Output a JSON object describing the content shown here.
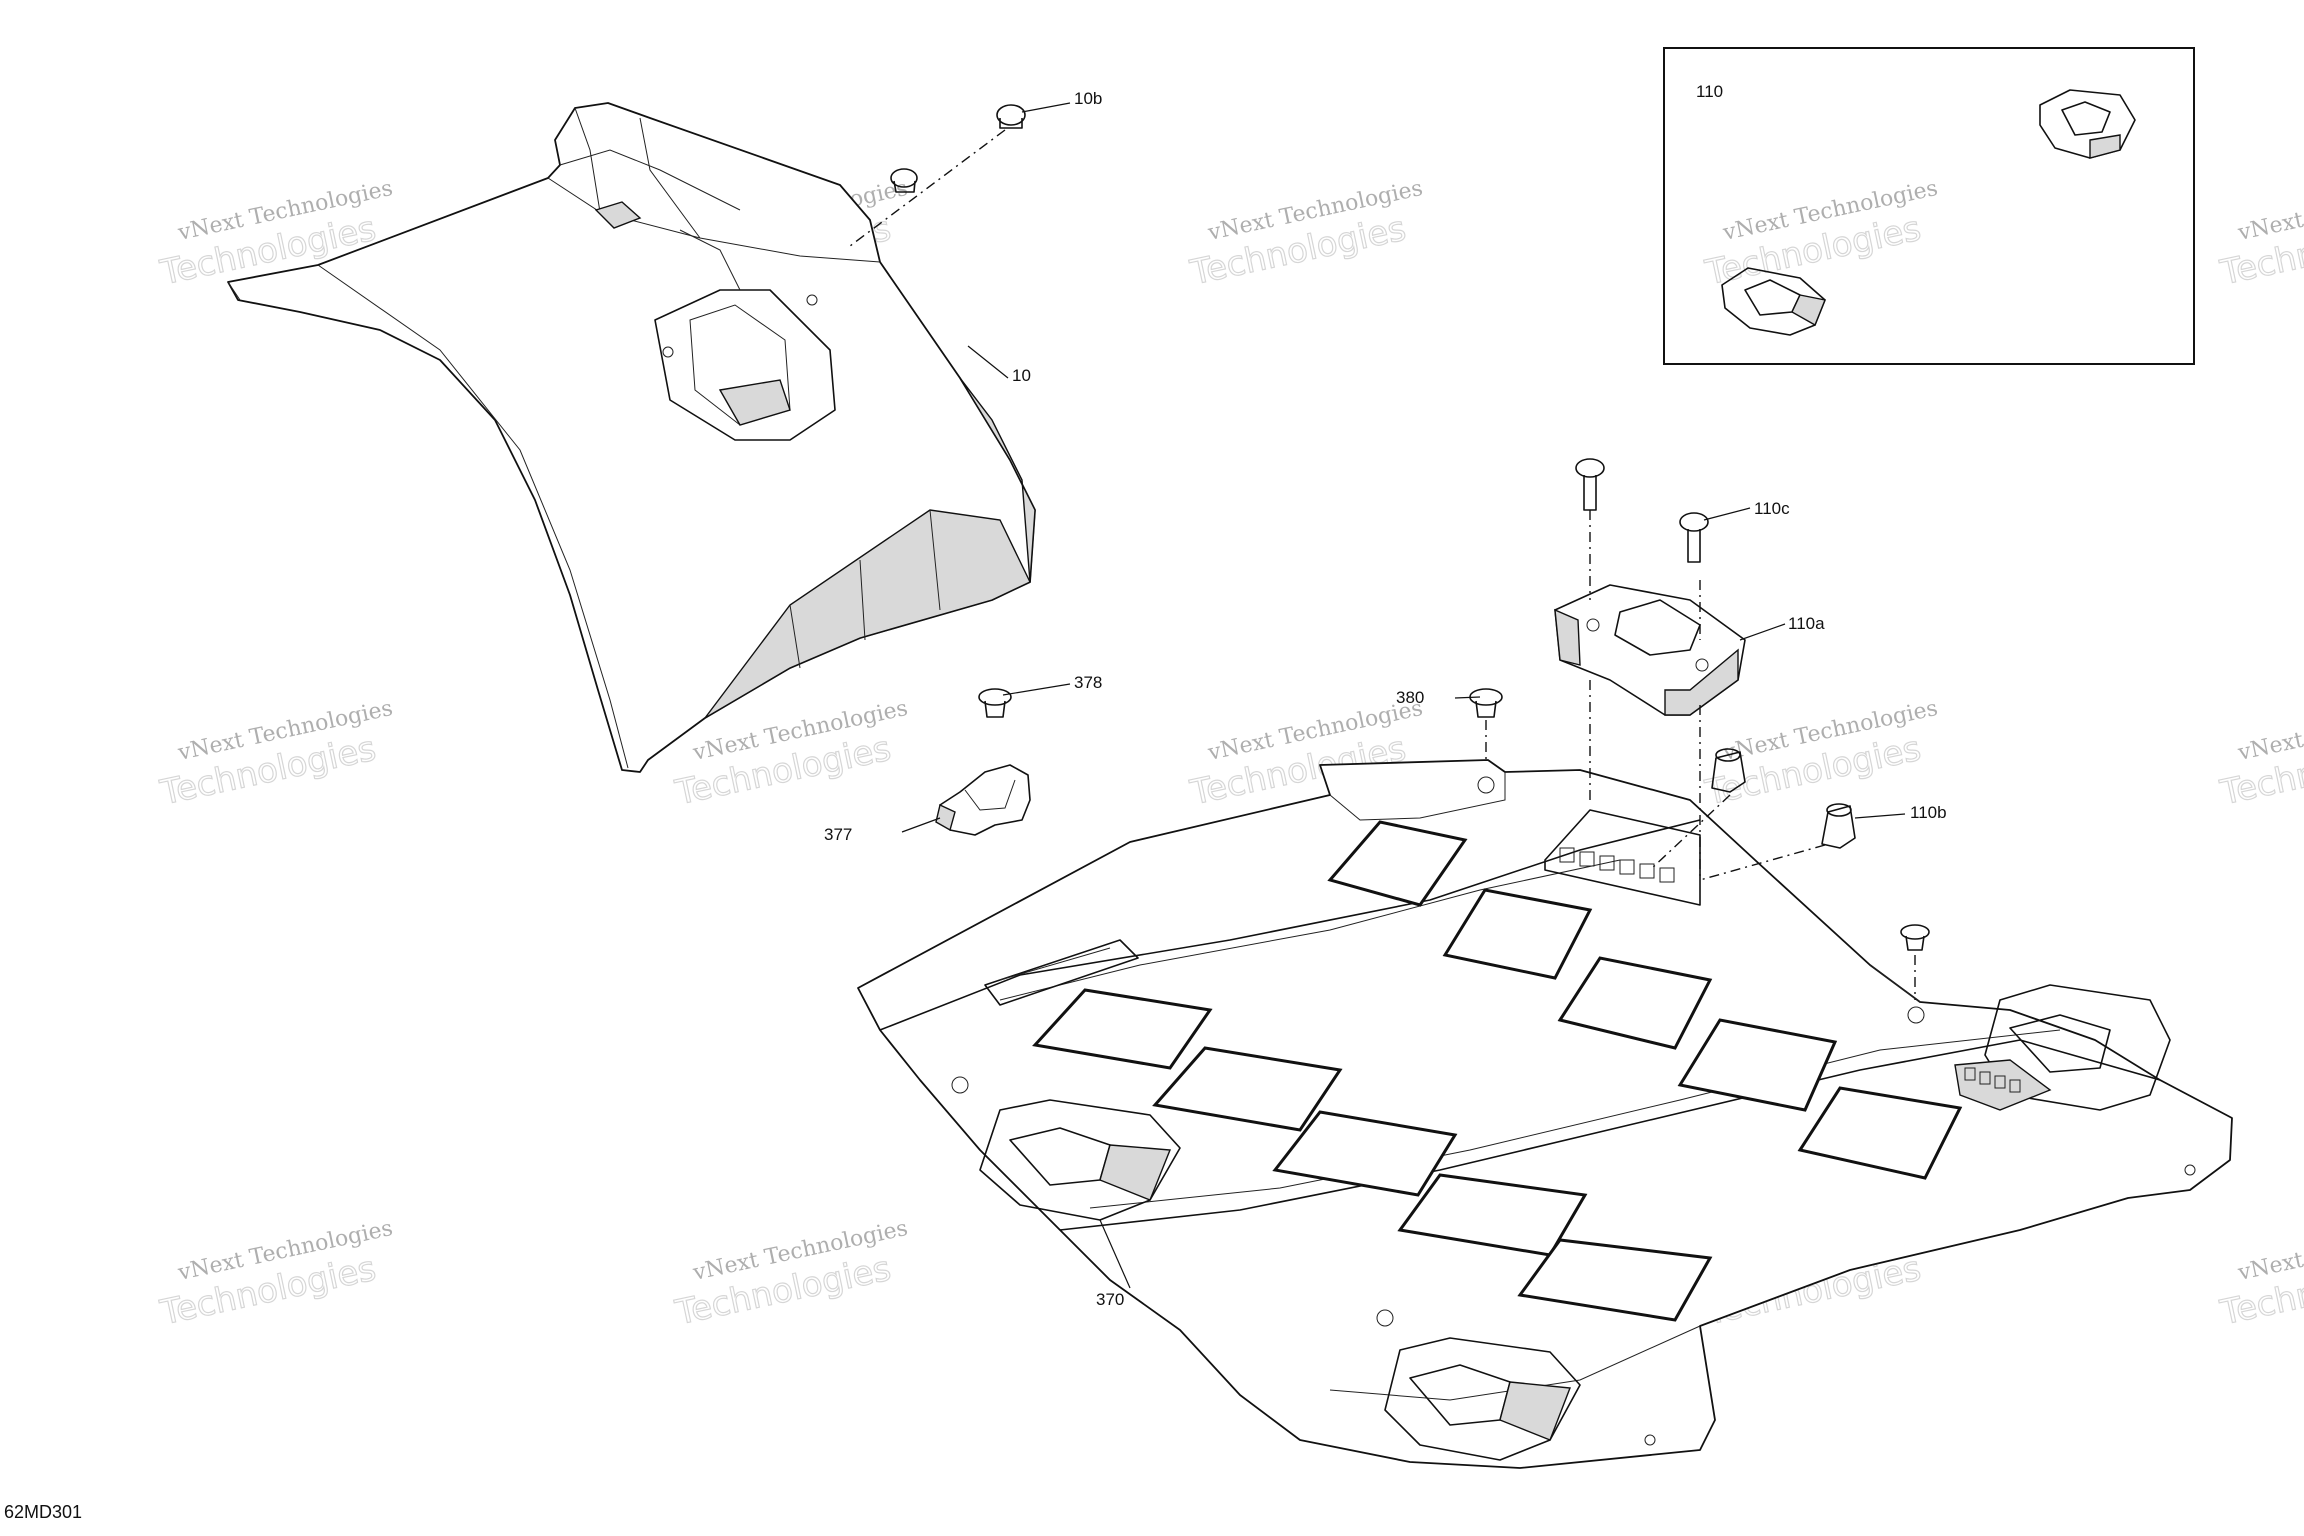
{
  "diagram": {
    "document_code": "62MD301",
    "callouts": {
      "c10": "10",
      "c10b": "10b",
      "c110": "110",
      "c110a": "110a",
      "c110b": "110b",
      "c110c": "110c",
      "c370": "370",
      "c377": "377",
      "c378": "378",
      "c380": "380"
    },
    "watermark": {
      "line1": "vNext Technologies",
      "line2": "Technologies",
      "tiny": "vNext"
    }
  }
}
